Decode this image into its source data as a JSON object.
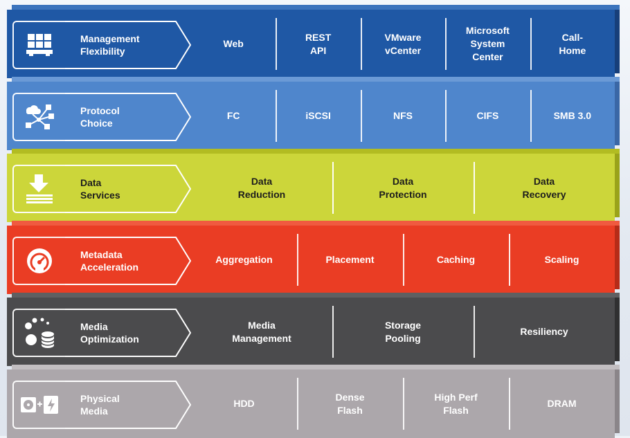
{
  "layers": [
    {
      "id": "management",
      "title": "Management\nFlexibility",
      "icon": "grid-server-icon",
      "colors": {
        "face": "#1f58a5",
        "top": "#3c74bd",
        "side": "#173f7a"
      },
      "items": [
        "Web",
        "REST\nAPI",
        "VMware\nvCenter",
        "Microsoft\nSystem\nCenter",
        "Call-\nHome"
      ]
    },
    {
      "id": "protocol",
      "title": "Protocol\nChoice",
      "icon": "network-cloud-icon",
      "colors": {
        "face": "#4f86cc",
        "top": "#6b9ad6",
        "side": "#3a67a6"
      },
      "items": [
        "FC",
        "iSCSI",
        "NFS",
        "CIFS",
        "SMB 3.0"
      ]
    },
    {
      "id": "data-services",
      "title": "Data\nServices",
      "icon": "download-stack-icon",
      "colors": {
        "face": "#ccd63a",
        "top": "#b2bc22",
        "side": "#9aa31a"
      },
      "items": [
        "Data\nReduction",
        "Data\nProtection",
        "Data\nRecovery"
      ]
    },
    {
      "id": "metadata",
      "title": "Metadata\nAcceleration",
      "icon": "gauge-icon",
      "colors": {
        "face": "#ea3d24",
        "top": "#f05a40",
        "side": "#b62c18"
      },
      "items": [
        "Aggregation",
        "Placement",
        "Caching",
        "Scaling"
      ]
    },
    {
      "id": "media-opt",
      "title": "Media\nOptimization",
      "icon": "dots-database-icon",
      "colors": {
        "face": "#4b4b4d",
        "top": "#5f5f61",
        "side": "#303031"
      },
      "items": [
        "Media\nManagement",
        "Storage\nPooling",
        "Resiliency"
      ]
    },
    {
      "id": "physical",
      "title": "Physical\nMedia",
      "icon": "disk-flash-icon",
      "colors": {
        "face": "#aca7ab",
        "top": "#c2bec1",
        "side": "#8a8589"
      },
      "items": [
        "HDD",
        "Dense\nFlash",
        "High Perf\nFlash",
        "DRAM"
      ]
    }
  ]
}
